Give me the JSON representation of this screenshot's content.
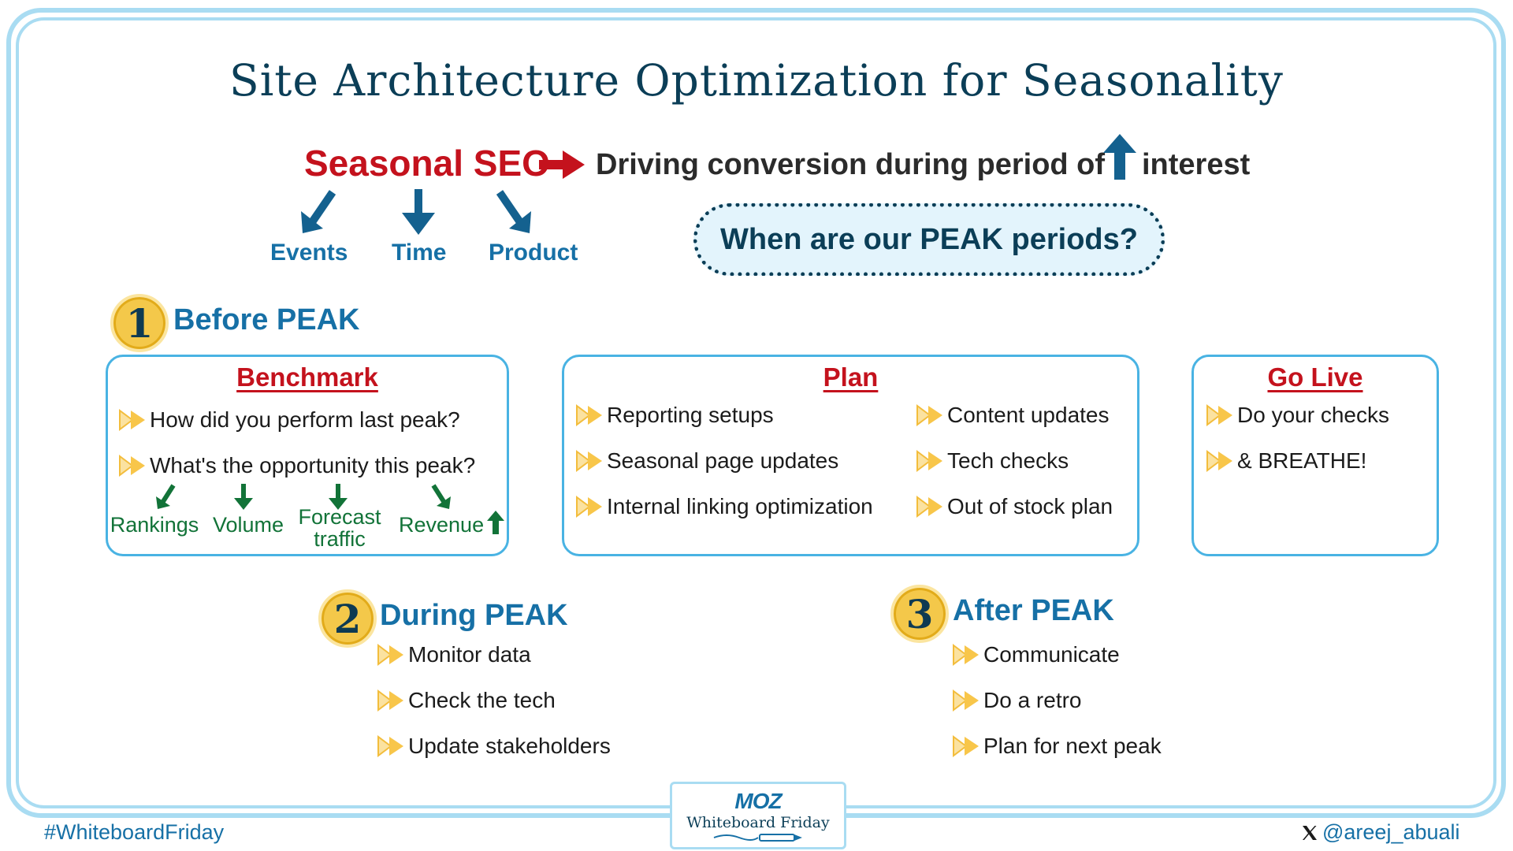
{
  "title": "Site Architecture Optimization for Seasonality",
  "header": {
    "seasonal_seo": "Seasonal SEO",
    "tagline_a": "Driving conversion during period of",
    "tagline_b": "interest",
    "dimensions": [
      "Events",
      "Time",
      "Product"
    ],
    "peak_question": "When are our PEAK periods?"
  },
  "steps": {
    "before": {
      "number": "1",
      "title": "Before PEAK"
    },
    "during": {
      "number": "2",
      "title": "During PEAK"
    },
    "after": {
      "number": "3",
      "title": "After PEAK"
    }
  },
  "benchmark": {
    "heading": "Benchmark",
    "items": [
      "How did you perform last peak?",
      "What's the opportunity this peak?"
    ],
    "metrics": [
      "Rankings",
      "Volume",
      "Forecast traffic",
      "Revenue"
    ]
  },
  "plan": {
    "heading": "Plan",
    "items": [
      "Reporting setups",
      "Seasonal page updates",
      "Internal linking optimization",
      "Content updates",
      "Tech checks",
      "Out of stock plan"
    ]
  },
  "go_live": {
    "heading": "Go Live",
    "items": [
      "Do your checks",
      "& BREATHE!"
    ]
  },
  "during_items": [
    "Monitor data",
    "Check the tech",
    "Update stakeholders"
  ],
  "after_items": [
    "Communicate",
    "Do a retro",
    "Plan for next peak"
  ],
  "footer": {
    "hashtag": "#WhiteboardFriday",
    "handle": "@areej_abuali",
    "logo": "MOZ",
    "logo_sub": "Whiteboard Friday"
  },
  "colors": {
    "title": "#0b3e57",
    "accent_red": "#c4121d",
    "accent_blue": "#1670a6",
    "metric_green": "#127338",
    "badge_gold": "#f4c84a",
    "chevron": "#f8c64a",
    "frame": "#a9dcf2"
  },
  "icons": [
    "right-arrow-icon",
    "up-arrow-icon",
    "down-arrow-icon",
    "chevron-bullet-icon",
    "x-logo-icon",
    "pen-icon"
  ]
}
